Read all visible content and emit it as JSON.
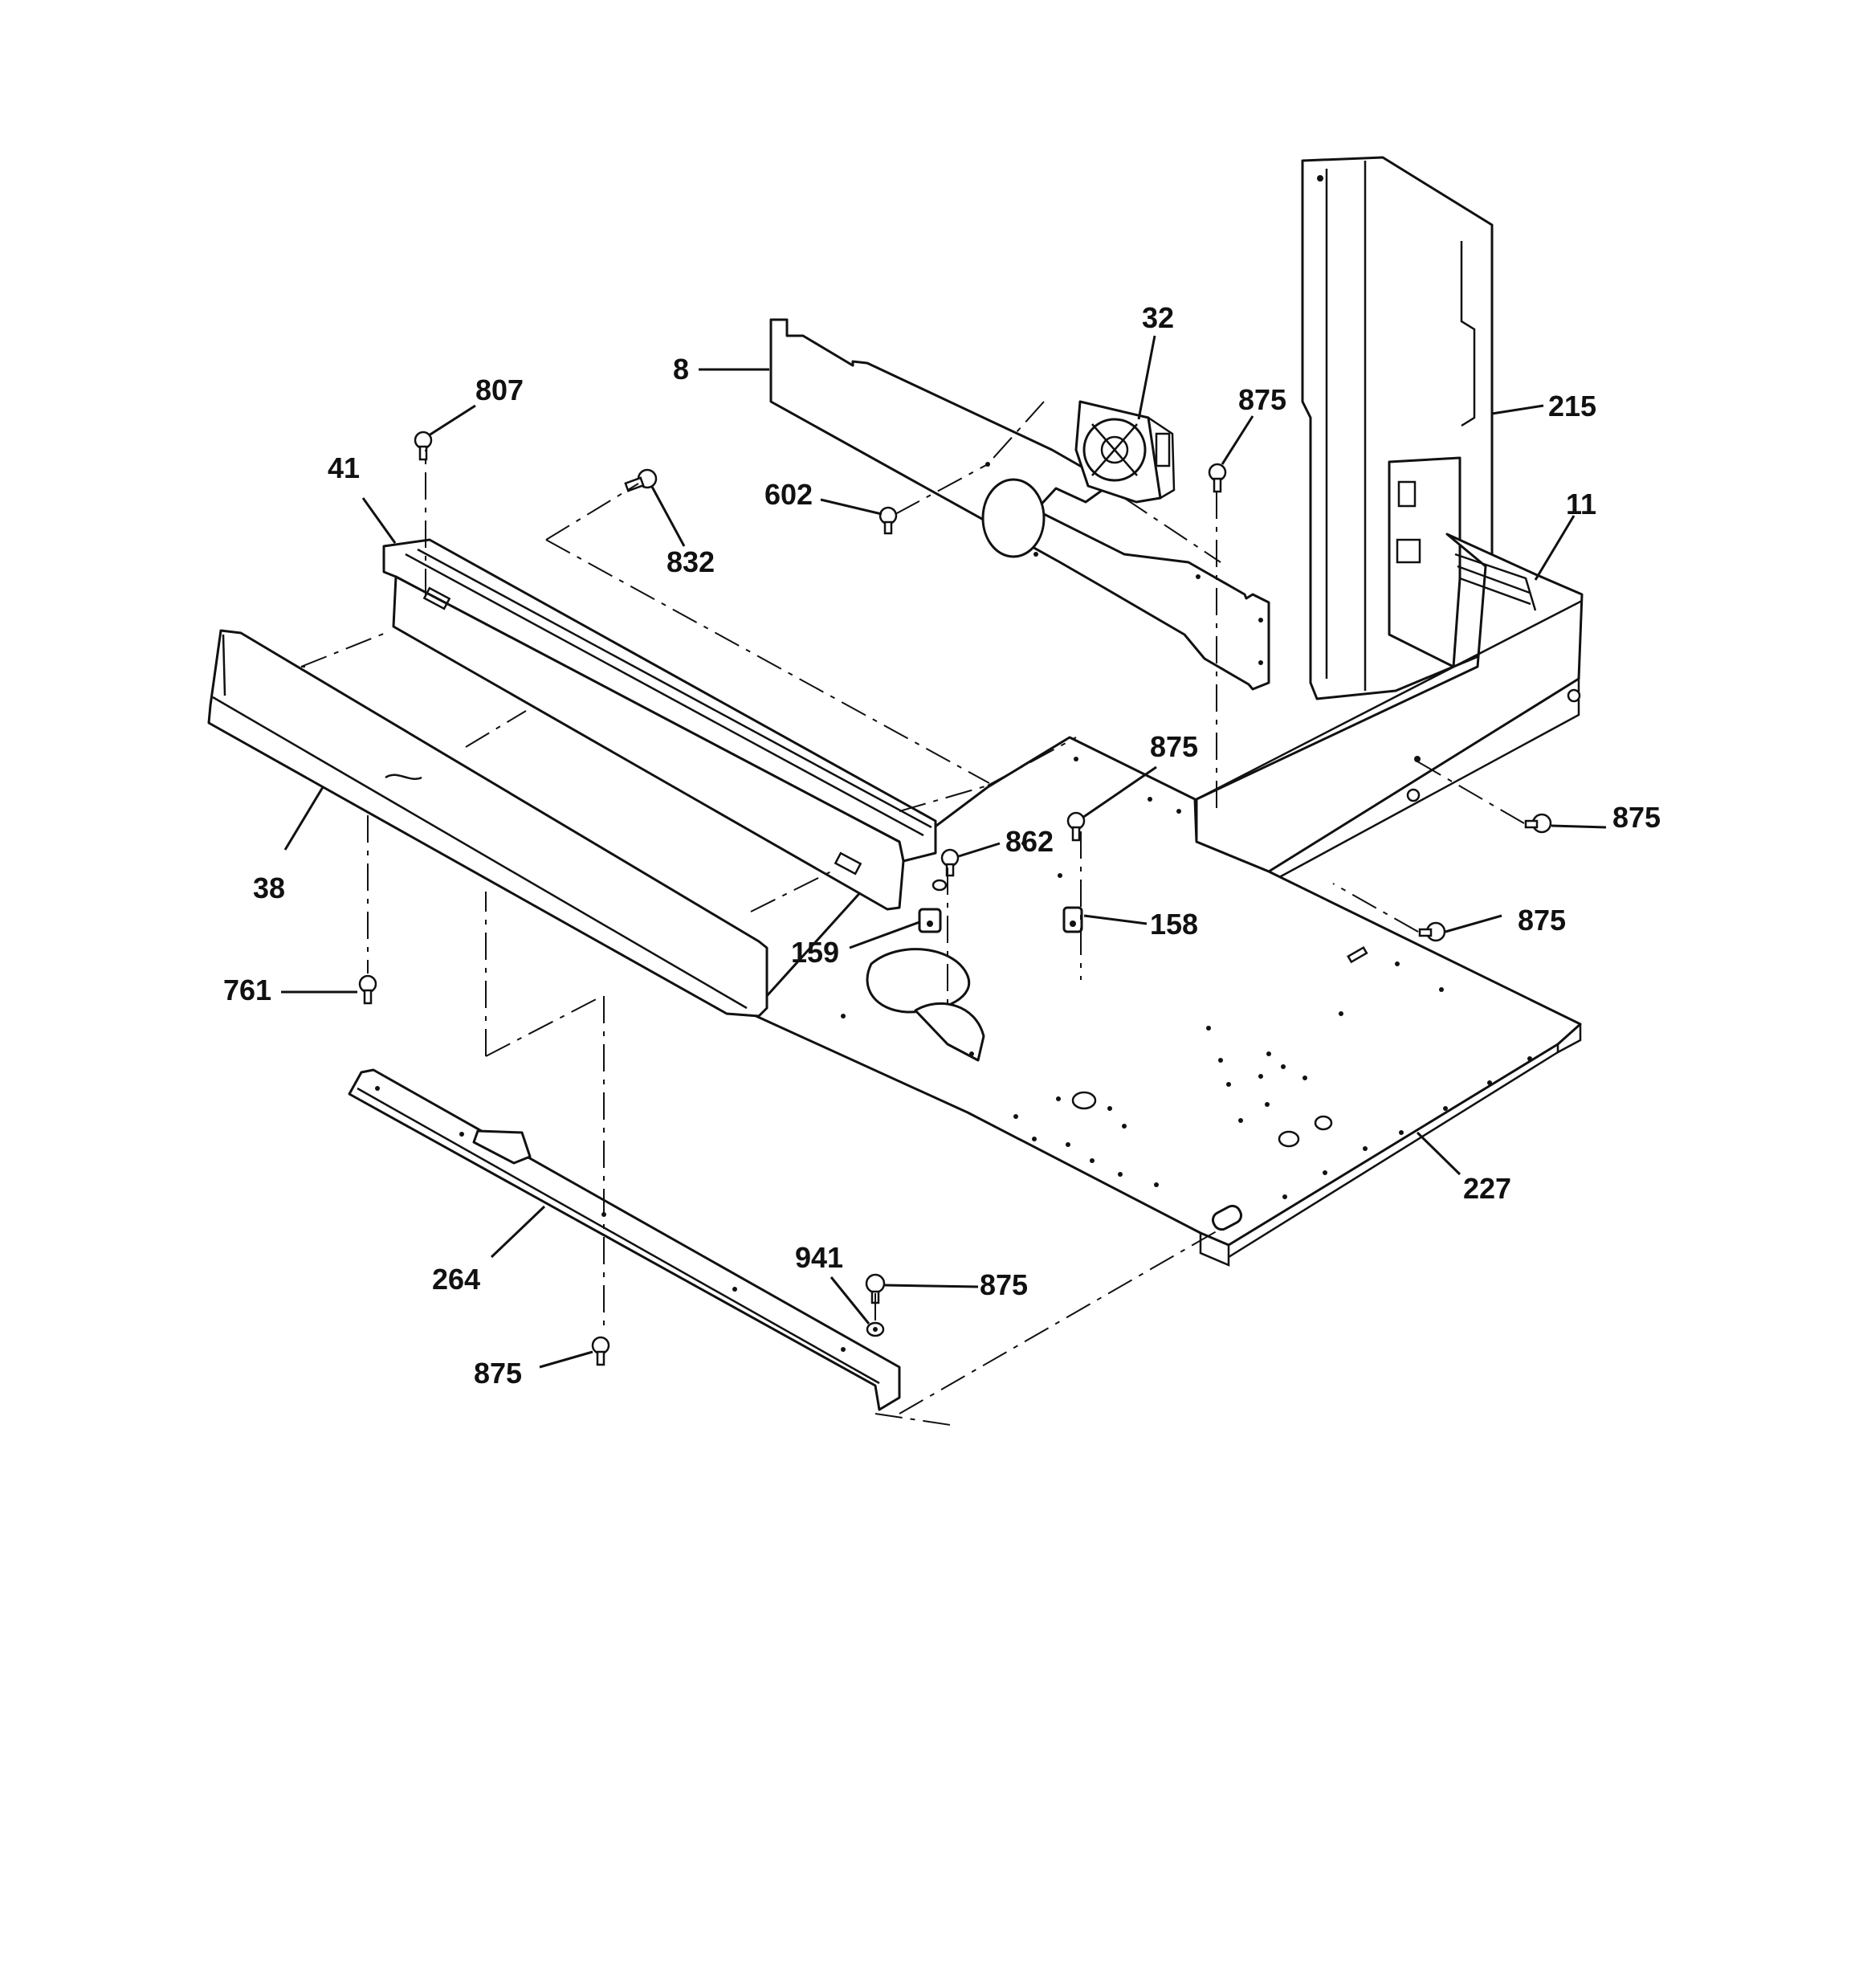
{
  "diagram": {
    "type": "exploded parts diagram",
    "callouts": [
      {
        "id": "c8",
        "label": "8"
      },
      {
        "id": "c32",
        "label": "32"
      },
      {
        "id": "c807",
        "label": "807"
      },
      {
        "id": "c875a",
        "label": "875"
      },
      {
        "id": "c215",
        "label": "215"
      },
      {
        "id": "c41",
        "label": "41"
      },
      {
        "id": "c602",
        "label": "602"
      },
      {
        "id": "c11",
        "label": "11"
      },
      {
        "id": "c832",
        "label": "832"
      },
      {
        "id": "c875b",
        "label": "875"
      },
      {
        "id": "c875c",
        "label": "875"
      },
      {
        "id": "c862",
        "label": "862"
      },
      {
        "id": "c38",
        "label": "38"
      },
      {
        "id": "c875d",
        "label": "875"
      },
      {
        "id": "c158",
        "label": "158"
      },
      {
        "id": "c159",
        "label": "159"
      },
      {
        "id": "c761",
        "label": "761"
      },
      {
        "id": "c227",
        "label": "227"
      },
      {
        "id": "c941",
        "label": "941"
      },
      {
        "id": "c264",
        "label": "264"
      },
      {
        "id": "c875e",
        "label": "875"
      },
      {
        "id": "c875f",
        "label": "875"
      }
    ]
  }
}
